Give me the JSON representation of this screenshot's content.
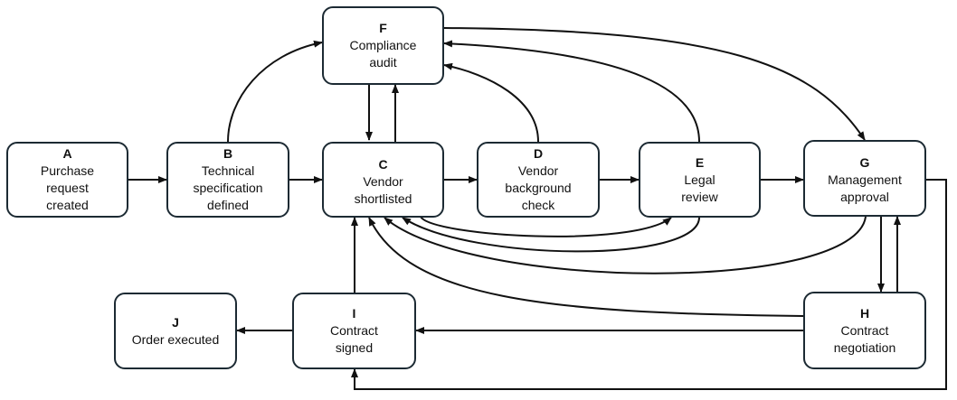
{
  "colors": {
    "stroke": "#1c2a33",
    "text": "#111111",
    "background": "#ffffff"
  },
  "nodes": {
    "A": {
      "id": "A",
      "label_lines": [
        "Purchase",
        "request",
        "created"
      ]
    },
    "B": {
      "id": "B",
      "label_lines": [
        "Technical",
        "specification",
        "defined"
      ]
    },
    "C": {
      "id": "C",
      "label_lines": [
        "Vendor",
        "shortlisted"
      ]
    },
    "D": {
      "id": "D",
      "label_lines": [
        "Vendor",
        "background",
        "check"
      ]
    },
    "E": {
      "id": "E",
      "label_lines": [
        "Legal",
        "review"
      ]
    },
    "F": {
      "id": "F",
      "label_lines": [
        "Compliance",
        "audit"
      ]
    },
    "G": {
      "id": "G",
      "label_lines": [
        "Management",
        "approval"
      ]
    },
    "H": {
      "id": "H",
      "label_lines": [
        "Contract",
        "negotiation"
      ]
    },
    "I": {
      "id": "I",
      "label_lines": [
        "Contract",
        "signed"
      ]
    },
    "J": {
      "id": "J",
      "label_lines": [
        "Order executed"
      ]
    }
  },
  "edges": [
    [
      "A",
      "B"
    ],
    [
      "B",
      "C"
    ],
    [
      "B",
      "F"
    ],
    [
      "C",
      "F"
    ],
    [
      "F",
      "C"
    ],
    [
      "C",
      "D"
    ],
    [
      "D",
      "E"
    ],
    [
      "D",
      "F"
    ],
    [
      "E",
      "F"
    ],
    [
      "E",
      "G"
    ],
    [
      "F",
      "G"
    ],
    [
      "C",
      "E"
    ],
    [
      "E",
      "C"
    ],
    [
      "G",
      "C"
    ],
    [
      "G",
      "H"
    ],
    [
      "H",
      "G"
    ],
    [
      "H",
      "C"
    ],
    [
      "H",
      "I"
    ],
    [
      "G",
      "I"
    ],
    [
      "I",
      "C"
    ],
    [
      "I",
      "J"
    ]
  ]
}
